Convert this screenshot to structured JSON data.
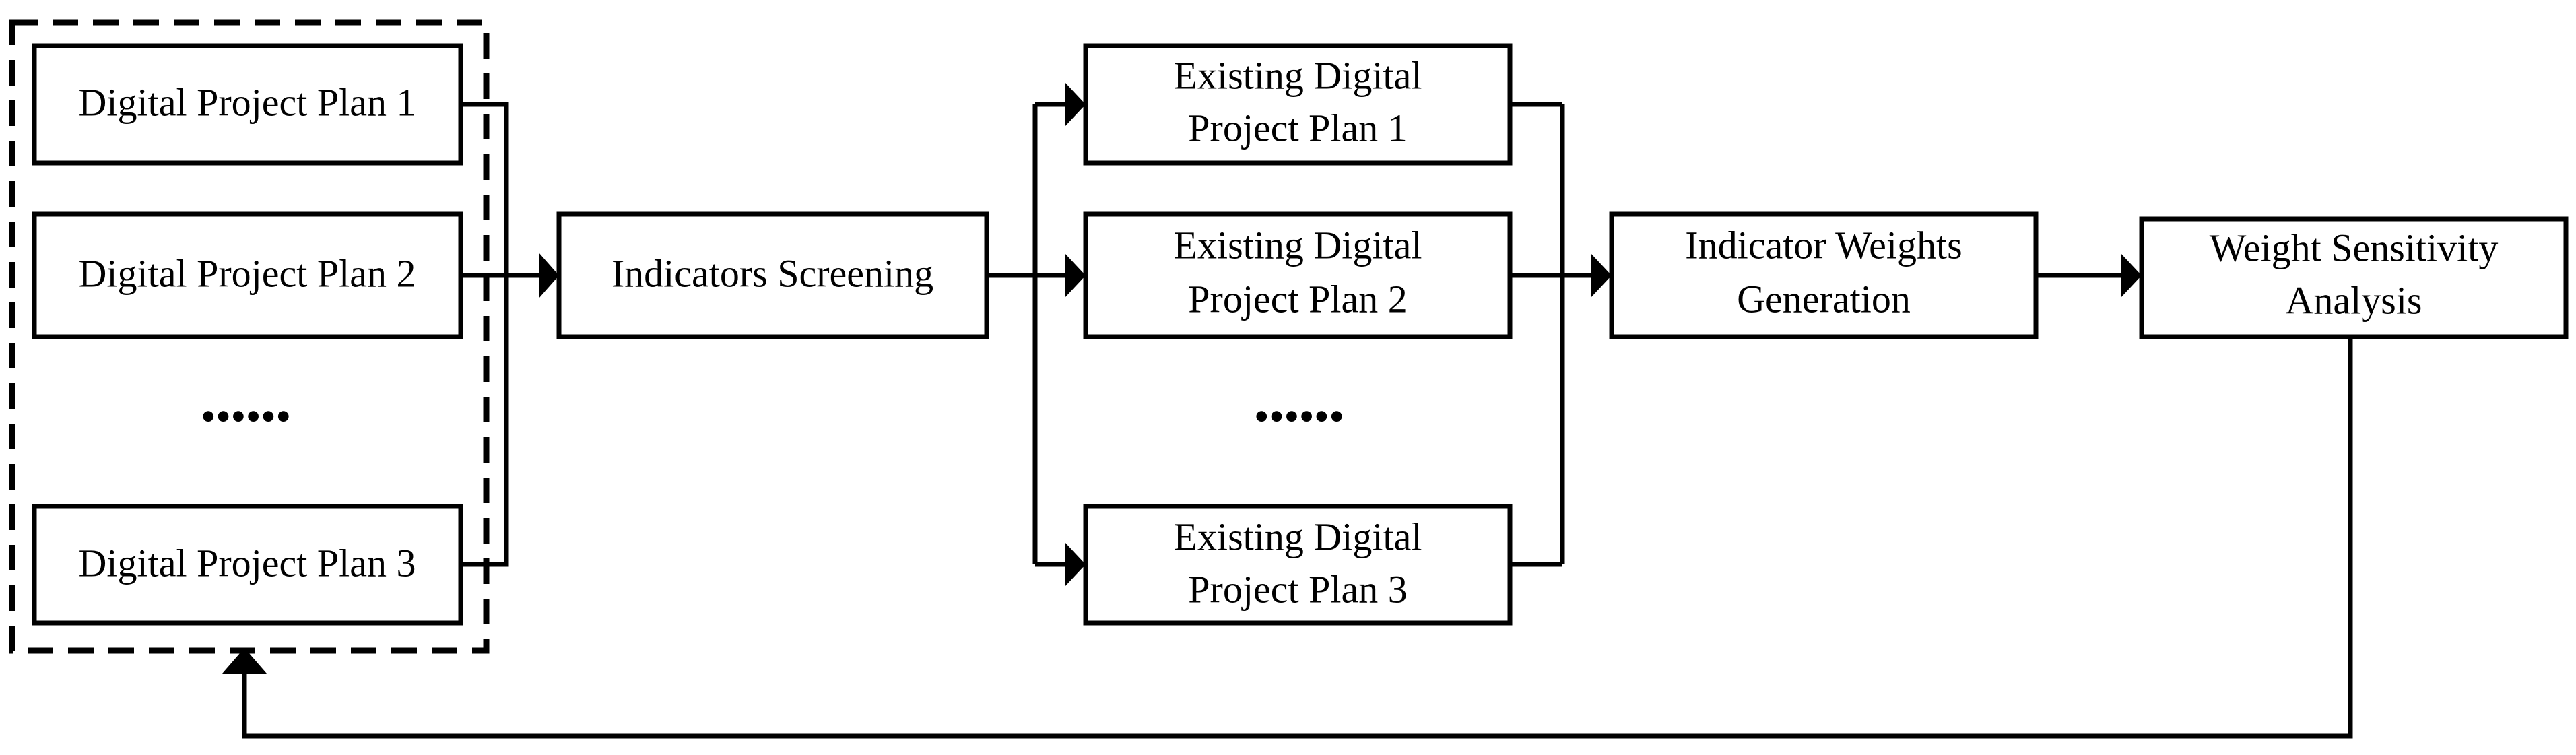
{
  "diagram": {
    "type": "flowchart",
    "orientation": "left-to-right",
    "background_color": "#ffffff",
    "line_color": "#000000",
    "candidate_group": {
      "border_style": "dashed",
      "nodes": [
        {
          "id": "plan1",
          "label": "Digital Project Plan 1"
        },
        {
          "id": "plan2",
          "label": "Digital Project Plan 2"
        },
        {
          "id": "plan3",
          "label": "Digital Project Plan 3"
        }
      ],
      "ellipsis": "••••••"
    },
    "screening": {
      "id": "screening",
      "label": "Indicators Screening"
    },
    "existing_group": {
      "border_style": "none",
      "nodes": [
        {
          "id": "existing1",
          "line1": "Existing Digital",
          "line2": "Project Plan 1"
        },
        {
          "id": "existing2",
          "line1": "Existing Digital",
          "line2": "Project Plan 2"
        },
        {
          "id": "existing3",
          "line1": "Existing Digital",
          "line2": "Project Plan 3"
        }
      ],
      "ellipsis": "••••••"
    },
    "weights": {
      "id": "weights",
      "line1": "Indicator Weights",
      "line2": "Generation"
    },
    "sensitivity": {
      "id": "sensitivity",
      "line1": "Weight Sensitivity",
      "line2": "Analysis"
    },
    "edges": [
      {
        "from": "candidate_group",
        "to": "screening",
        "style": "solid",
        "arrow": true
      },
      {
        "from": "screening",
        "to": "existing1",
        "style": "solid",
        "arrow": true
      },
      {
        "from": "screening",
        "to": "existing2",
        "style": "solid",
        "arrow": true
      },
      {
        "from": "screening",
        "to": "existing3",
        "style": "solid",
        "arrow": true
      },
      {
        "from": "existing_group",
        "to": "weights",
        "style": "solid",
        "arrow": true
      },
      {
        "from": "weights",
        "to": "sensitivity",
        "style": "solid",
        "arrow": true
      },
      {
        "from": "sensitivity",
        "to": "candidate_group",
        "style": "solid",
        "arrow": true,
        "kind": "feedback-loop"
      }
    ]
  }
}
